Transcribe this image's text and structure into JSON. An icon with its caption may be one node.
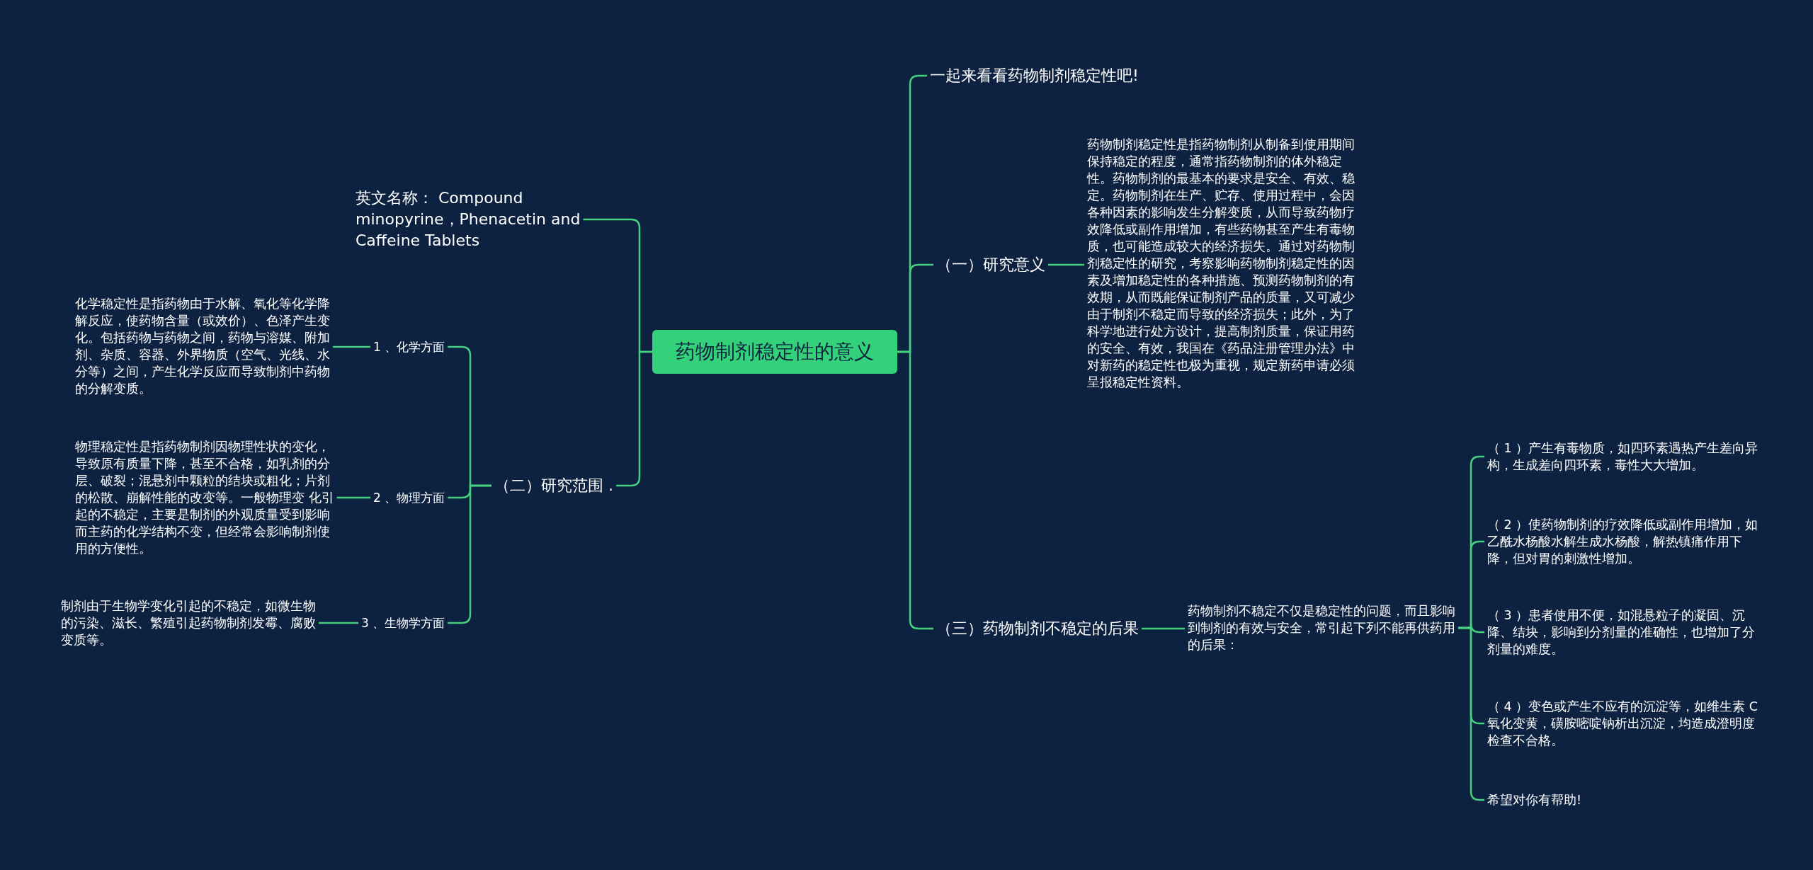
{
  "diagram": {
    "nodes": [
      {
        "text": [
          "药物制剂稳定性的意义"
        ]
      },
      {
        "text": [
          "一起来看看药物制剂稳定性吧!"
        ]
      },
      {
        "text": [
          "（一）研究意义"
        ]
      },
      {
        "text": [
          "药物制剂稳定性是指药物制剂从制备到使用期间保持稳定的程度，通常指药物制剂的体外稳定性。药物制剂的最基本的要求是安全、有效、稳定。药物制剂在生产、贮存、使用过程中，会因各种因素的影响发生分解变质，从而导致药物疗效降低或副作用增加，有些药物甚至产生有毒物质，也可能造成较大的经济损失。通过对药物制剂稳定性的研究，考察影响药物制剂稳定性的因素及增加稳定性的各种措施、预测药物制剂的有效期，从而既能保证制剂产品的质量，又可减少由于制剂不稳定而导致的经济损失；此外，为了科学地进行处方设计，提高制剂质量，保证用药的安全、有效，我国在《药品注册管理办法》中对新药的稳定性也极为重视，规定新药申请必须呈报稳定性资料。"
        ]
      },
      {
        "text": [
          "（三）药物制剂不稳定的后果"
        ]
      },
      {
        "text": [
          "药物制剂不稳定不仅是稳定性的问题，而且影响到制剂的有效与安全，常引起下列不能再供药用的后果："
        ]
      },
      {
        "text": [
          "（ 1 ）产生有毒物质，如四环素遇热产生差向异构，生成差向四环素，毒性大大增加。"
        ]
      },
      {
        "text": [
          "（ 2 ）使药物制剂的疗效降低或副作用增加，如乙酰水杨酸水解生成水杨酸，解热镇痛作用下降，但对胃的刺激性增加。"
        ]
      },
      {
        "text": [
          "（ 3 ）患者使用不便，如混悬粒子的凝固、沉降、结块，影响到分剂量的准确性，也增加了分剂量的难度。"
        ]
      },
      {
        "text": [
          "（ 4 ）变色或产生不应有的沉淀等，如维生素 C 氧化变黄，磺胺嘧啶钠析出沉淀，均造成澄明度检查不合格。"
        ]
      },
      {
        "text": [
          "希望对你有帮助!"
        ]
      },
      {
        "text": [
          "英文名称： Compound minopyrine，Phenacetin and Caffeine Tablets"
        ]
      },
      {
        "text": [
          "（二）研究范围 ."
        ]
      },
      {
        "text": [
          "1 、化学方面"
        ]
      },
      {
        "text": [
          "化学稳定性是指药物由于水解、氧化等化学降解反应，使药物含量（或效价）、色泽产生变化。包括药物与药物之间，药物与溶媒、附加剂、杂质、容器、外界物质（空气、光线、水分等）之间，产生化学反应而导致制剂中药物的分解变质。"
        ]
      },
      {
        "text": [
          "2 、物理方面"
        ]
      },
      {
        "text": [
          "物理稳定性是指药物制剂因物理性状的变化，导致原有质量下降，甚至不合格，如乳剂的分层、破裂；混悬剂中颗粒的结块或粗化；片剂的松散、崩解性能的改变等。一般物理变 化引起的不稳定，主要是制剂的外观质量受到影响而主药的化学结构不变，但经常会影响制剂使用的方便性。"
        ]
      },
      {
        "text": [
          "3 、生物学方面"
        ]
      },
      {
        "text": [
          "制剂由于生物学变化引起的不稳定，如微生物的污染、滋长、繁殖引起药物制剂发霉、腐败变质等。"
        ]
      }
    ],
    "edges": [
      {
        "from": 0,
        "to": 1,
        "arrow": "none"
      },
      {
        "from": 0,
        "to": 2,
        "arrow": "none"
      },
      {
        "from": 2,
        "to": 3,
        "arrow": "none"
      },
      {
        "from": 0,
        "to": 4,
        "arrow": "none"
      },
      {
        "from": 4,
        "to": 5,
        "arrow": "none"
      },
      {
        "from": 5,
        "to": 6,
        "arrow": "none"
      },
      {
        "from": 5,
        "to": 7,
        "arrow": "none"
      },
      {
        "from": 5,
        "to": 8,
        "arrow": "none"
      },
      {
        "from": 5,
        "to": 9,
        "arrow": "none"
      },
      {
        "from": 5,
        "to": 10,
        "arrow": "none"
      },
      {
        "from": 0,
        "to": 11,
        "arrow": "none"
      },
      {
        "from": 0,
        "to": 12,
        "arrow": "none"
      },
      {
        "from": 12,
        "to": 13,
        "arrow": "none"
      },
      {
        "from": 13,
        "to": 14,
        "arrow": "none"
      },
      {
        "from": 12,
        "to": 15,
        "arrow": "none"
      },
      {
        "from": 15,
        "to": 16,
        "arrow": "none"
      },
      {
        "from": 12,
        "to": 17,
        "arrow": "none"
      },
      {
        "from": 17,
        "to": 18,
        "arrow": "none"
      }
    ]
  }
}
